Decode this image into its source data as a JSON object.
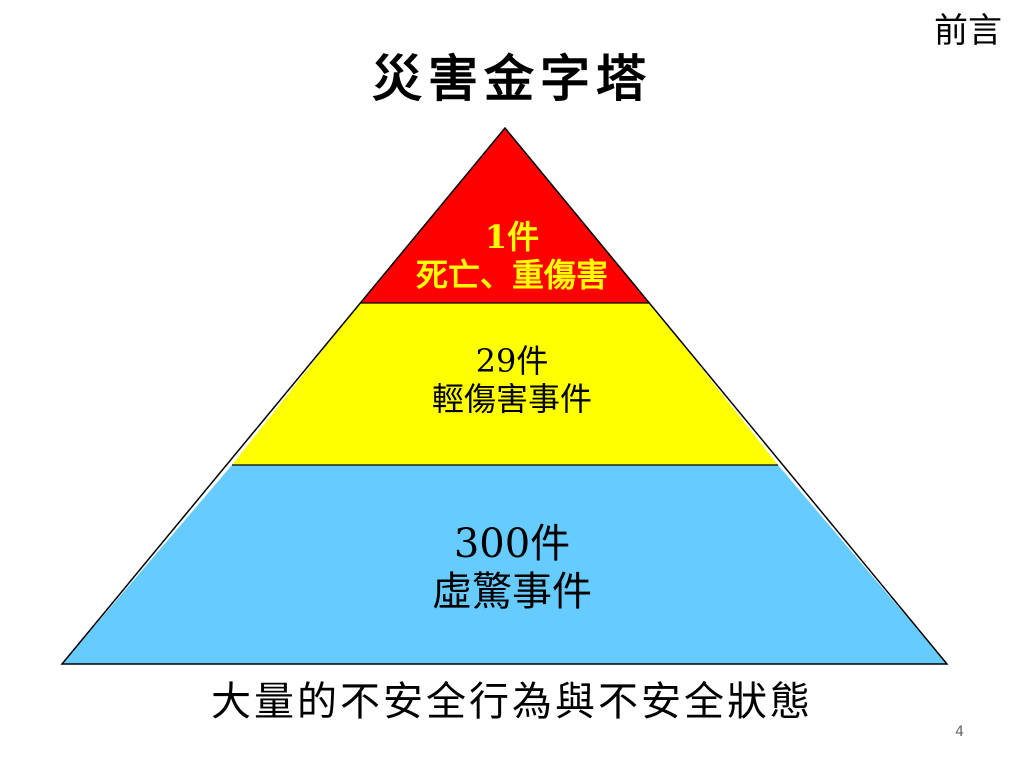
{
  "slide": {
    "section": "前言",
    "title": "災害金字塔",
    "footer": "大量的不安全行為與不安全狀態",
    "page_number": "4"
  },
  "pyramid": {
    "tiers": [
      {
        "count": "1件",
        "label": "死亡、重傷害",
        "fill": "#ff0000",
        "text_color": "#ffff00"
      },
      {
        "count": "29件",
        "label": "輕傷害事件",
        "fill": "#ffff00",
        "text_color": "#000000"
      },
      {
        "count": "300件",
        "label": "虛驚事件",
        "fill": "#66ccff",
        "text_color": "#000000"
      }
    ],
    "outline_color": "#000000"
  }
}
